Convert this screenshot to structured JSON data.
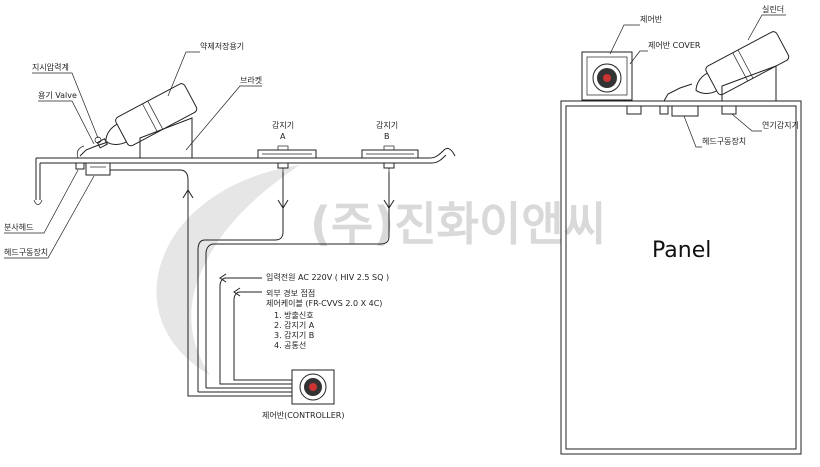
{
  "watermark": "(주)진화이앤씨",
  "left_labels": {
    "pressure_gauge": "지시압력계",
    "vessel_valve": "용기 Valve",
    "agent_container": "약제저장용기",
    "bracket": "브라켓",
    "discharge_head": "분사헤드",
    "head_actuator": "헤드구동장치",
    "detector_a": "감지기\nA",
    "detector_b": "감지기\nB",
    "controller": "제어반(CONTROLLER)"
  },
  "wiring_notes": [
    "입력전원 AC 220V ( HIV 2.5 SQ )",
    "외부 경보 접점",
    "제어케이블 (FR-CVVS 2.0 X 4C)",
    "1. 방출신호",
    "2. 감지기 A",
    "3. 감지기 B",
    "4. 공통선"
  ],
  "right_labels": {
    "control_panel": "제어반",
    "control_cover": "제어반 COVER",
    "cylinder": "실린더",
    "smoke_detector": "연기감지기",
    "head_actuator": "헤드구동장치",
    "panel": "Panel"
  }
}
